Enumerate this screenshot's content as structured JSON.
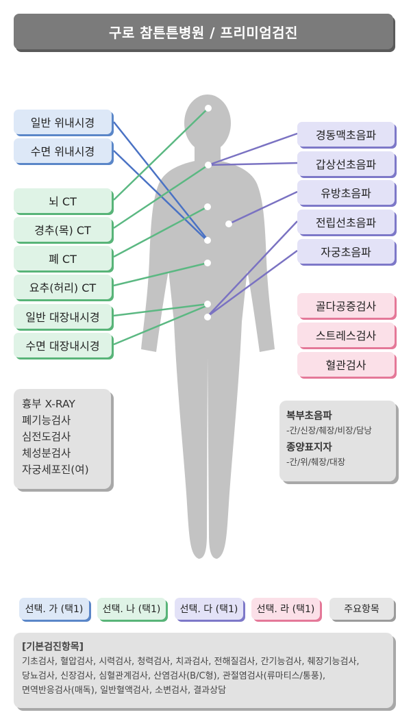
{
  "title": "구로 참튼튼병원 / 프리미엄검진",
  "blue_items": [
    "일반 위내시경",
    "수면 위내시경"
  ],
  "green_items": [
    "뇌 CT",
    "경추(목) CT",
    "폐 CT",
    "요추(허리) CT",
    "일반 대장내시경",
    "수면 대장내시경"
  ],
  "purple_items": [
    "경동맥초음파",
    "갑상선초음파",
    "유방초음파",
    "전립선초음파",
    "자궁초음파"
  ],
  "pink_items": [
    "골다공증검사",
    "스트레스검사",
    "혈관검사"
  ],
  "left_info": [
    "흉부 X-RAY",
    "폐기능검사",
    "심전도검사",
    "체성분검사",
    "자궁세포진(여)"
  ],
  "right_info": {
    "h1": "복부초음파",
    "s1": "-간/신장/췌장/비장/담낭",
    "h2": "종양표지자",
    "s2": "-간/위/췌장/대장"
  },
  "legend": [
    "선택. 가 (택1)",
    "선택. 나 (택1)",
    "선택. 다 (택1)",
    "선택. 라 (택1)",
    "주요항목"
  ],
  "basic": {
    "title": "[기본검진항목]",
    "lines": [
      "기초검사, 혈압검사, 시력검사, 청력검사, 치과검사, 전해질검사, 간기능검사, 췌장기능검사,",
      "당뇨검사, 신장검사, 심혈관계검사, 산염검사(B/C형), 관절염검사(류마티스/통풍),",
      "면역반응검사(매독), 일반혈액검사, 소변검사, 결과상담"
    ]
  },
  "colors": {
    "blue": "#4a72c4",
    "green": "#5bb882",
    "purple": "#7a72c2",
    "pink": "#e47898",
    "body": "#c3c3c3"
  }
}
